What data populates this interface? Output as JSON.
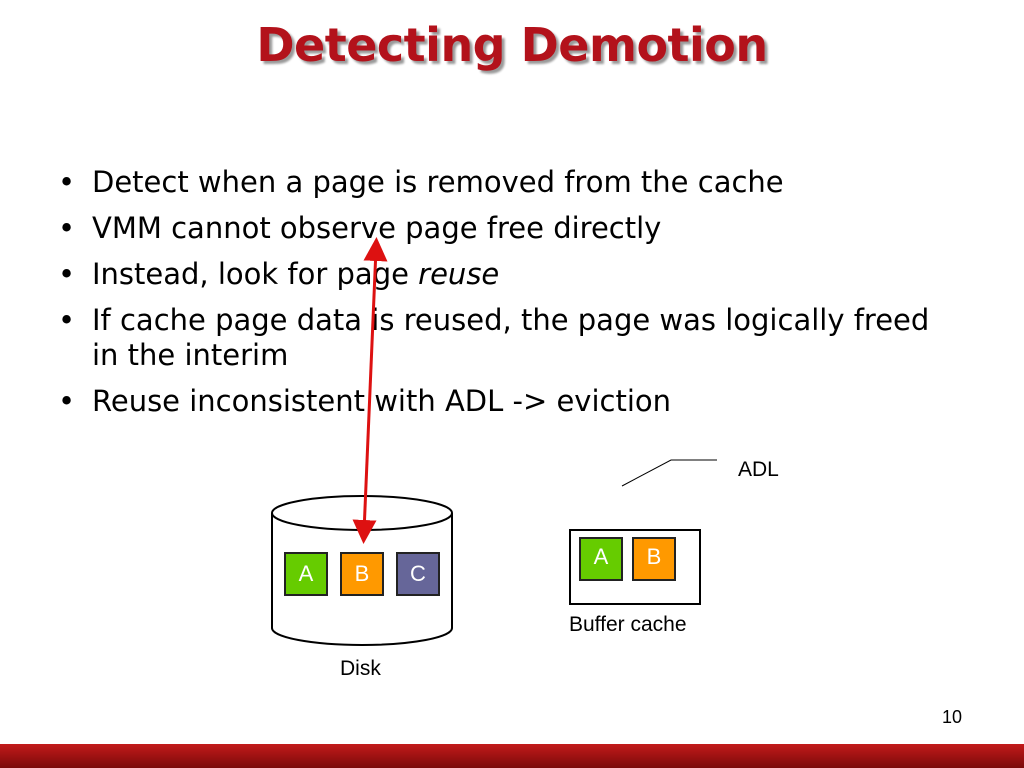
{
  "title": "Detecting Demotion",
  "bullets": [
    {
      "text": "Detect when a page is removed from the cache"
    },
    {
      "text": "VMM cannot observe page free directly"
    },
    {
      "text": "Instead, look for page ",
      "emphasis": "reuse"
    },
    {
      "text": "If cache page data is reused, the page was logically freed in the interim"
    },
    {
      "text": "Reuse inconsistent with ADL -> eviction"
    }
  ],
  "bullet_symbol": "•",
  "diagram": {
    "disk": {
      "label": "Disk",
      "pages": [
        {
          "label": "A",
          "color": "#66cc00"
        },
        {
          "label": "B",
          "color": "#ff9900"
        },
        {
          "label": "C",
          "color": "#666699"
        }
      ]
    },
    "buffer_cache": {
      "label": "Buffer cache",
      "pages": [
        {
          "label": "A",
          "color": "#66cc00"
        },
        {
          "label": "B",
          "color": "#ff9900"
        }
      ]
    },
    "adl_label": "ADL",
    "arrow_color": "#dd1111"
  },
  "page_number": "10",
  "colors": {
    "title": "#b3121b",
    "footer": "#a01010"
  }
}
